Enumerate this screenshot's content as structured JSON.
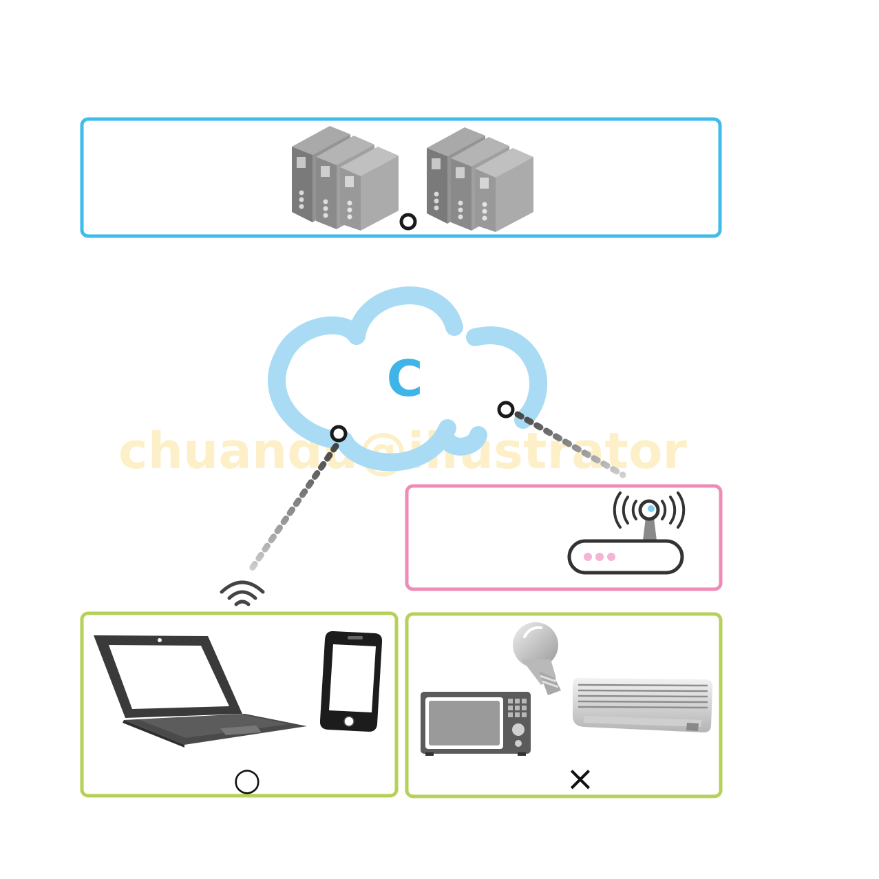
{
  "diagram": {
    "cloud": {
      "label": "C"
    },
    "watermark": {
      "text": "chuandu@illustrator"
    },
    "panels": {
      "servers": {
        "name": "server-room"
      },
      "home_network": {
        "name": "home-network"
      },
      "mobile_devices": {
        "mark": "○"
      },
      "appliances": {
        "mark": "×"
      }
    },
    "icons": {
      "server_groups": [
        "server-rack-icon",
        "server-rack-icon"
      ],
      "router": "wifi-router-icon",
      "wifi": "wifi-signal-icon",
      "laptop": "laptop-icon",
      "smartphone": "smartphone-icon",
      "microwave": "microwave-icon",
      "light_bulb": "light-bulb-icon",
      "air_conditioner": "air-conditioner-icon",
      "connector": "connection-node-icon"
    },
    "colors": {
      "server_panel": "#3fbcea",
      "cloud": "#a9dcf4",
      "cloud_letter": "#3fb4e6",
      "router_panel": "#ee8bb7",
      "device_panel": "#b5d15a",
      "watermark": "#fdf0c8",
      "dot_dark": "#444444",
      "dot_light": "#c7c7c7"
    }
  }
}
